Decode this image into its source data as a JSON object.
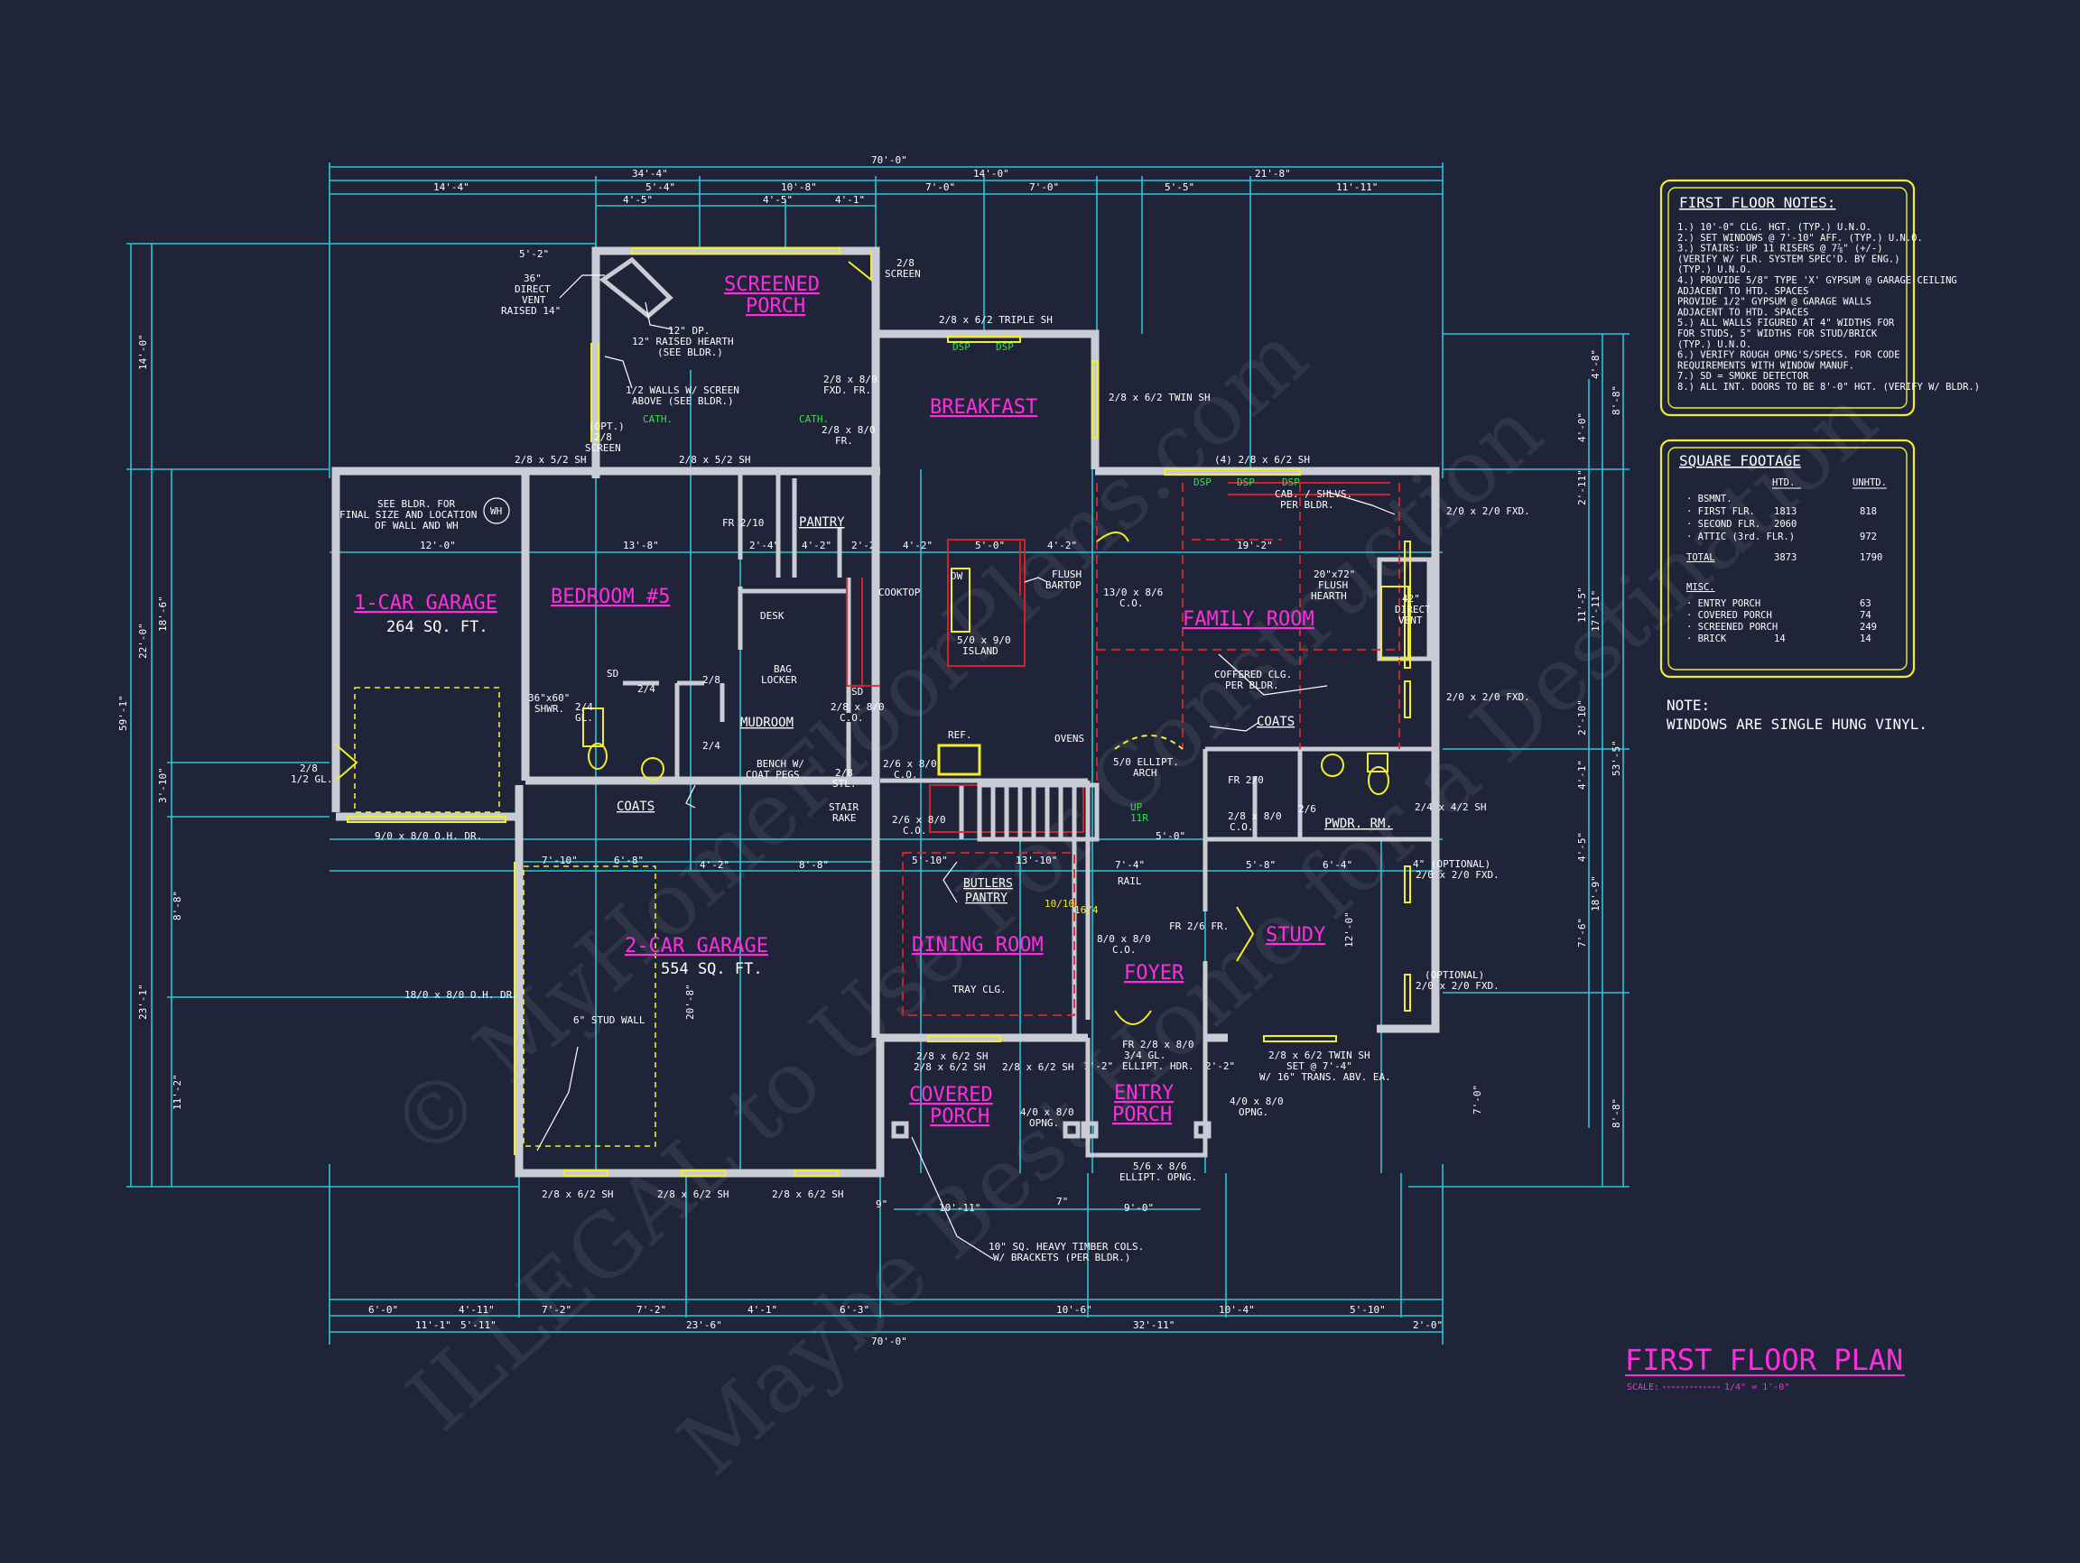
{
  "title": "FIRST FLOOR PLAN",
  "scale_label": "SCALE:",
  "scale_value": "1/4\" = 1'-0\"",
  "watermark": {
    "line1": "© MyHomeFloorPlans.com",
    "line2": "ILLEGAL to Use For Construction",
    "line3": "Maybe Best Home for a Destination"
  },
  "rooms": {
    "screened_porch": [
      "SCREENED",
      "PORCH"
    ],
    "breakfast": "BREAKFAST",
    "garage1": "1-CAR GARAGE",
    "garage1_sqft": "264 SQ. FT.",
    "bedroom5": "BEDROOM #5",
    "family_room": "FAMILY ROOM",
    "garage2": "2-CAR GARAGE",
    "garage2_sqft": "554 SQ. FT.",
    "dining_room": "DINING ROOM",
    "foyer": "FOYER",
    "study": "STUDY",
    "covered_porch": [
      "COVERED",
      "PORCH"
    ],
    "entry_porch": [
      "ENTRY",
      "PORCH"
    ],
    "mudroom": "MUDROOM",
    "pantry": "PANTRY",
    "pwdr_rm": "PWDR. RM.",
    "coats_a": "COATS",
    "coats_b": "COATS",
    "butlers_pantry": [
      "BUTLERS",
      "PANTRY"
    ]
  },
  "labels": {
    "direct_vent_raised": [
      "36\"",
      "DIRECT",
      "VENT",
      "RAISED 14\""
    ],
    "raised_hearth": [
      "12\" DP.",
      "12\" RAISED HEARTH",
      "(SEE BLDR.)"
    ],
    "half_walls": [
      "1/2 WALLS W/ SCREEN",
      "ABOVE (SEE BLDR.)"
    ],
    "opt_screen": [
      "(OPT.)",
      "2/8",
      "SCREEN"
    ],
    "screen_top": [
      "2/8",
      "SCREEN"
    ],
    "fxd_fr": [
      "2/8 x 8/0",
      "FXD. FR."
    ],
    "fr_door": [
      "2/8 x 8/0",
      "FR."
    ],
    "triple_sh": "2/8 x 6/2 TRIPLE SH",
    "twin_sh_bkfst": "2/8 x 6/2 TWIN SH",
    "win_52sh_a": "2/8 x 5/2 SH",
    "win_52sh_b": "2/8 x 5/2 SH",
    "win_4_62sh": "(4) 2/8 x 6/2 SH",
    "bldr_wh": [
      "SEE BLDR. FOR",
      "FINAL SIZE AND LOCATION",
      "OF WALL AND WH"
    ],
    "wh": "WH",
    "fr210": "FR 2/10",
    "desk": "DESK",
    "cooktop": "COOKTOP",
    "dw": "DW",
    "flush_bartop": [
      "FLUSH",
      "BARTOP"
    ],
    "island": [
      "5/0 x 9/0",
      "ISLAND"
    ],
    "co_1316": [
      "13/0 x 8/6",
      "C.O."
    ],
    "cab_shlvs": [
      "CAB. / SHLVS.",
      "PER BLDR."
    ],
    "flush_hearth": [
      "20\"x72\"",
      "FLUSH",
      "HEARTH"
    ],
    "direct_vent_42": [
      "42\"",
      "DIRECT",
      "VENT"
    ],
    "fxd_a": "2/0 x 2/0 FXD.",
    "fxd_b": "2/0 x 2/0 FXD.",
    "coffered": [
      "COFFERED CLG.",
      "PER BLDR."
    ],
    "bag_locker": [
      "BAG",
      "LOCKER"
    ],
    "co_28": [
      "2/8 x 8/0",
      "C.O."
    ],
    "sd": "SD",
    "shwr": [
      "36\"x60\"",
      "SHWR."
    ],
    "gl24": [
      "2/4",
      "GL."
    ],
    "d24": "2/4",
    "d28": "2/8",
    "d24b": "2/4",
    "bench": [
      "BENCH W/",
      "COAT PEGS"
    ],
    "stl": [
      "2/8",
      "STL."
    ],
    "stair_rake": [
      "STAIR",
      "RAKE"
    ],
    "co_26": [
      "2/6 x 8/0",
      "C.O."
    ],
    "ref": "REF.",
    "ovens": "OVENS",
    "ellipt_arch": [
      "5/0 ELLIPT.",
      "ARCH"
    ],
    "up": [
      "UP",
      "11R"
    ],
    "fr20": [
      "FR 2/0"
    ],
    "co_28b": [
      "2/8 x 8/0",
      "C.O."
    ],
    "d26": "2/6",
    "win_24_42": "2/4 x 4/2 SH",
    "gl12": [
      "2/8",
      "1/2 GL."
    ],
    "ohdr_9": "9/0 x 8/0 O.H. DR.",
    "ohdr_18": "18/0 x 8/0 O.H. DR.",
    "stud_wall": "6\" STUD WALL",
    "rail": "RAIL",
    "d1010": "10/10",
    "d1614": "16/4",
    "fr26": "FR 2/6 FR.",
    "co_810": [
      "8/0 x 8/0",
      "C.O."
    ],
    "tray": "TRAY CLG.",
    "opt_fxd_a": [
      "4\" (OPTIONAL)",
      "2/0 x 2/0 FXD."
    ],
    "opt_fxd_b": [
      "(OPTIONAL)",
      "2/0 x 2/0 FXD."
    ],
    "win_62sh_c": "2/8 x 6/2 SH",
    "win_62sh_d": "2/8 x 6/2 SH",
    "win_62sh_e": "2/8 x 6/2 SH",
    "fr_ellipt": [
      "FR 2/8 x 8/0",
      "3/4 GL.",
      "ELLIPT. HDR."
    ],
    "twin_sh_set": [
      "2/8 x 6/2 TWIN SH",
      "SET @ 7'-4\"",
      "W/ 16\" TRANS. ABV. EA."
    ],
    "opng_a": [
      "4/0 x 8/0",
      "OPNG."
    ],
    "opng_b": [
      "4/0 x 8/0",
      "OPNG."
    ],
    "ellipt_opng": [
      "5/6 x 8/6",
      "ELLIPT. OPNG."
    ],
    "gar_sh_a": "2/8 x 6/2 SH",
    "gar_sh_b": "2/8 x 6/2 SH",
    "gar_sh_c": "2/8 x 6/2 SH",
    "timber": [
      "10\" SQ. HEAVY TIMBER COLS.",
      "W/ BRACKETS (PER BLDR.)"
    ],
    "dsp": "DSP",
    "cath": "CATH."
  },
  "dims_top_total": "70'-0\"",
  "dims_top_1": [
    "34'-4\"",
    "14'-0\"",
    "21'-8\""
  ],
  "dims_top_2": [
    "14'-4\"",
    "5'-4\"",
    "10'-8\"",
    "7'-0\"",
    "7'-0\"",
    "5'-5\"",
    "11'-11\""
  ],
  "dims_top_3": [
    "4'-5\"",
    "4'-5\"",
    "4'-1\""
  ],
  "dims_bottom_1": [
    "6'-0\"",
    "4'-11\"",
    "7'-2\"",
    "7'-2\"",
    "4'-1\"",
    "6'-3\"",
    "10'-6\"",
    "10'-4\"",
    "5'-10\""
  ],
  "dims_bottom_2": [
    "11'-1\"",
    "5'-11\"",
    "23'-6\"",
    "32'-11\"",
    "2'-0\""
  ],
  "dims_bottom_total": "70'-0\"",
  "dims_left_total": "59'-1\"",
  "dims_left_1": [
    "14'-0\"",
    "22'-0\"",
    "23'-1\""
  ],
  "dims_left_2": [
    "18'-6\"",
    "8'-8\"",
    "11'-2\"",
    "3'-10\""
  ],
  "dims_right_total": "53'-5\"",
  "dims_right_1": [
    "4'-8\"",
    "8'-8\"",
    "17'-11\"",
    "18'-9\"",
    "8'-8\""
  ],
  "dims_right_2": [
    "4'-0\"",
    "2'-11\"",
    "11'-5\"",
    "2'-10\"",
    "4'-1\"",
    "4'-5\"",
    "7'-6\"",
    "7'-0\""
  ],
  "dims_interior": [
    "12'-0\"",
    "13'-8\"",
    "2'-4\"",
    "4'-2\"",
    "2'-2\"",
    "4'-2\"",
    "5'-0\"",
    "4'-2\"",
    "19'-2\"",
    "5'-0\"",
    "4'-2\"",
    "8'-8\"",
    "5'-10\"",
    "5'-8\"",
    "6'-4\"",
    "7'-4\"",
    "13'-10\"",
    "20'-8\"",
    "12'-0\"",
    "10'-11\"",
    "9'-0\"",
    "6'-8\"",
    "7'-10\"",
    "1'-2\"",
    "2'-2\"",
    "7\"",
    "5'-2\"",
    "9\""
  ],
  "floor_notes": {
    "title": "FIRST FLOOR NOTES:",
    "items": [
      "1.) 10'-0\" CLG. HGT. (TYP.) U.N.O.",
      "2.) SET WINDOWS @ 7'-10\" AFF. (TYP.) U.N.O.",
      "3.) STAIRS: UP 11 RISERS @ 7⅞\" (+/-)",
      "     (VERIFY W/ FLR. SYSTEM SPEC'D. BY ENG.)",
      "     (TYP.) U.N.O.",
      "4.) PROVIDE 5/8\" TYPE 'X' GYPSUM @ GARAGE CEILING",
      "     ADJACENT TO HTD. SPACES",
      "     PROVIDE 1/2\" GYPSUM @ GARAGE WALLS",
      "     ADJACENT TO HTD. SPACES",
      "5.) ALL WALLS FIGURED AT 4\" WIDTHS FOR",
      "     FOR STUDS, 5\" WIDTHS FOR STUD/BRICK",
      "     (TYP.) U.N.O.",
      "6.) VERIFY ROUGH OPNG'S/SPECS. FOR CODE",
      "     REQUIREMENTS WITH WINDOW MANUF.",
      "7.) SD = SMOKE DETECTOR",
      "8.) ALL INT. DOORS TO BE 8'-0\" HGT. (VERIFY W/ BLDR.)"
    ]
  },
  "square_footage": {
    "title": "SQUARE FOOTAGE",
    "col_htd": "HTD.",
    "col_unhtd": "UNHTD.",
    "rows": [
      {
        "label": "· BSMNT.",
        "htd": "",
        "unhtd": ""
      },
      {
        "label": "· FIRST FLR.",
        "htd": "1813",
        "unhtd": "818"
      },
      {
        "label": "· SECOND FLR.",
        "htd": "2060",
        "unhtd": ""
      },
      {
        "label": "· ATTIC (3rd. FLR.)",
        "htd": "",
        "unhtd": "972"
      }
    ],
    "total": {
      "label": "TOTAL",
      "htd": "3873",
      "unhtd": "1790"
    },
    "misc_title": "MISC.",
    "misc": [
      {
        "label": "· ENTRY PORCH",
        "unhtd": "63"
      },
      {
        "label": "· COVERED PORCH",
        "unhtd": "74"
      },
      {
        "label": "· SCREENED PORCH",
        "unhtd": "249"
      },
      {
        "label": "· BRICK",
        "htd": "14",
        "unhtd": "14"
      }
    ]
  },
  "note": {
    "title": "NOTE:",
    "text": "WINDOWS ARE SINGLE HUNG VINYL."
  },
  "colors": {
    "background": "#1f2438",
    "dimension": "#29c6d6",
    "wall": "#c9ccd4",
    "room": "#ff2de0",
    "accent": "#f2ee2a",
    "green": "#35e04a",
    "red": "#e0242b"
  }
}
